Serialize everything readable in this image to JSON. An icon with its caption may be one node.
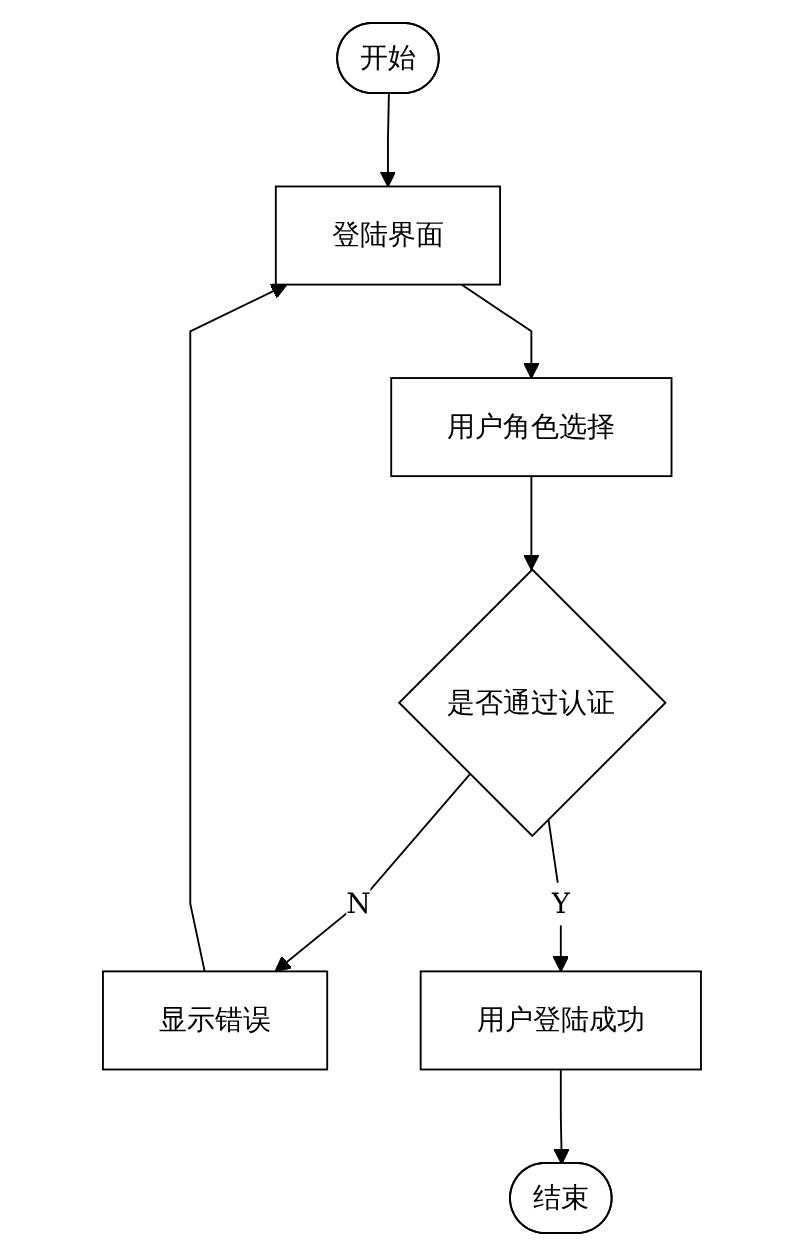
{
  "diagram": {
    "nodes": [
      {
        "text": [
          "开始"
        ]
      },
      {
        "text": [
          "登陆界面"
        ]
      },
      {
        "text": [
          "用户角色选择"
        ]
      },
      {
        "text": [
          "是否通过认证"
        ]
      },
      {
        "text": [
          "显示错误"
        ]
      },
      {
        "text": [
          "用户登陆成功"
        ]
      },
      {
        "text": [
          "结束"
        ]
      }
    ],
    "edges": [
      {
        "from": 0,
        "to": 1,
        "arrow": "to"
      },
      {
        "from": 1,
        "to": 2,
        "arrow": "to"
      },
      {
        "from": 2,
        "to": 3,
        "arrow": "to"
      },
      {
        "from": 3,
        "to": 4,
        "arrow": "to",
        "label": "N"
      },
      {
        "from": 4,
        "to": 1,
        "arrow": "to"
      },
      {
        "from": 3,
        "to": 5,
        "arrow": "to",
        "label": "Y"
      },
      {
        "from": 5,
        "to": 6,
        "arrow": "to"
      }
    ]
  }
}
